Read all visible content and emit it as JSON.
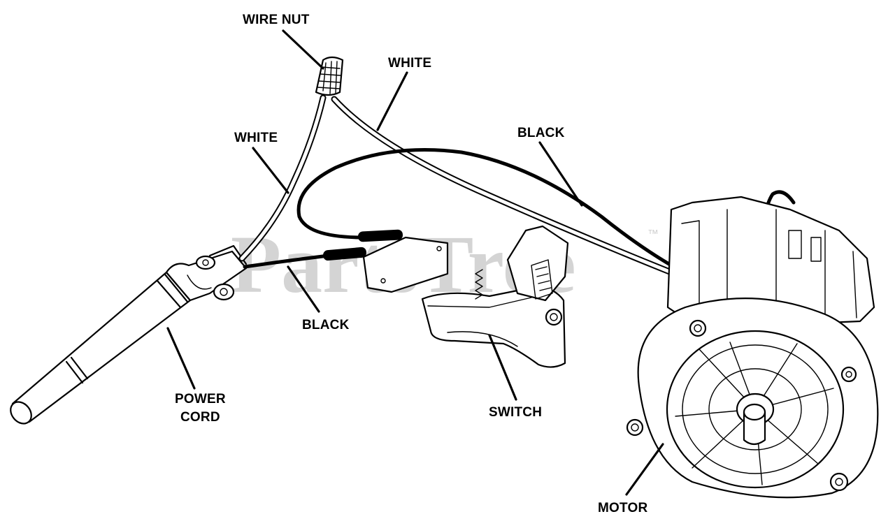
{
  "watermark": {
    "text": "PartsTree",
    "trademark": "™"
  },
  "labels": {
    "wire_nut": "WIRE NUT",
    "white_top": "WHITE",
    "white_left": "WHITE",
    "black_top": "BLACK",
    "black_bottom": "BLACK",
    "power_cord_line1": "POWER",
    "power_cord_line2": "CORD",
    "switch": "SWITCH",
    "motor": "MOTOR"
  },
  "colors": {
    "ink": "#000000",
    "background": "#ffffff",
    "watermark": "#d4d4d4"
  }
}
